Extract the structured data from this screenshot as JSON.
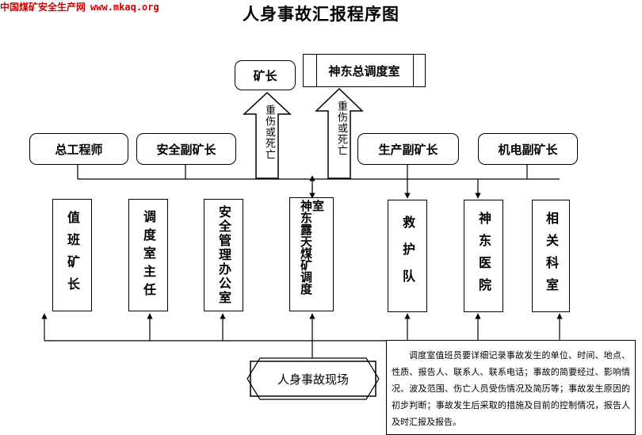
{
  "watermark": {
    "name": "中国煤矿安全生产网",
    "site": "www.mkaq.org"
  },
  "title": "人身事故汇报程序图",
  "top_boxes": {
    "mine_director": "矿长",
    "dispatch_center": "神东总调度室"
  },
  "arrow_labels": {
    "left": "重伤或死亡",
    "right": "重伤或死亡"
  },
  "middle_row": [
    {
      "label": "总工程师"
    },
    {
      "label": "安全副矿长"
    },
    {
      "label": "生产副矿长"
    },
    {
      "label": "机电副矿长"
    }
  ],
  "vertical_boxes": [
    {
      "label": "值班矿长"
    },
    {
      "label": "调度室主任"
    },
    {
      "label": "安全管理办公室"
    },
    {
      "label_col1": "神东露天煤矿调度",
      "label_col2": "室"
    },
    {
      "label": "救护队"
    },
    {
      "label": "神东医院"
    },
    {
      "label": "相关科室"
    }
  ],
  "site_box": "人身事故现场",
  "notes_text": "调度室值班员要详细记录事故发生的单位、时间、地点、性质、报告人、联系人、联系电话；事故的简要经过、影响情况、波及范围、伤亡人员受伤情况及简历等；事故发生原因的初步判断；事故发生后采取的措施及目前的控制情况，报告人及时汇报及报告。"
}
